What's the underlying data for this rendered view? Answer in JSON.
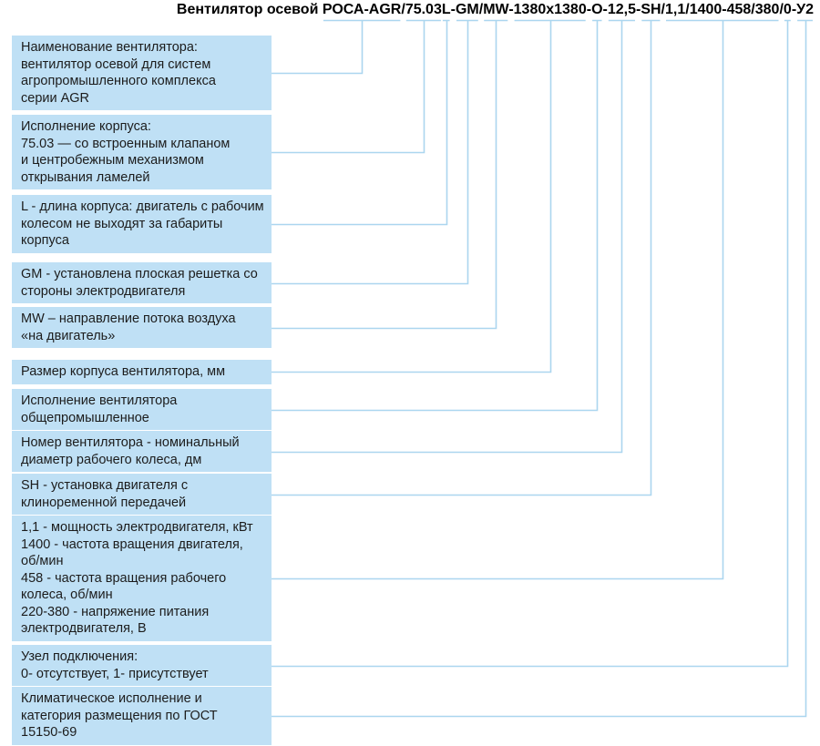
{
  "colors": {
    "box_bg": "#bfe0f5",
    "connector_line": "#abd6ef",
    "box_text": "#1c1c1c",
    "title_text": "#000000"
  },
  "title": {
    "prefix": "Вентилятор осевой ",
    "segments": [
      "РОСА-AGR",
      "75.03",
      "L",
      "GM",
      "MW",
      "1380x1380",
      "О",
      "12,5",
      "SH",
      "1,1/1400-458/380",
      "0",
      "У2"
    ],
    "separators": [
      "/",
      "",
      "-",
      "/",
      "-",
      "-",
      "-",
      "-",
      "/",
      "/",
      "-"
    ]
  },
  "boxes": [
    "Наименование вентилятора:\nвентилятор осевой для систем\nагропромышленного комплекса\nсерии AGR",
    "Исполнение корпуса:\n75.03 — со встроенным клапаном\nи центробежным механизмом\nоткрывания ламелей",
    "L - длина корпуса: двигатель с рабочим\nколесом не выходят за габариты\nкорпуса",
    "GM - установлена плоская решетка со\nстороны электродвигателя",
    "MW – направление потока воздуха\n«на двигатель»",
    "Размер корпуса вентилятора, мм",
    "Исполнение вентилятора\nобщепромышленное",
    "Номер вентилятора - номинальный\nдиаметр рабочего колеса, дм",
    "SH - установка двигателя с\nклиноременной передачей",
    "1,1 - мощность электродвигателя, кВт\n1400 - частота вращения двигателя,\nоб/мин\n458 - частота вращения рабочего\nколеса, об/мин\n220-380 - напряжение питания\nэлектродвигателя, В",
    "Узел подключения:\n0- отсутствует, 1- присутствует",
    "Климатическое исполнение и\nкатегория размещения по ГОСТ\n15150-69"
  ]
}
